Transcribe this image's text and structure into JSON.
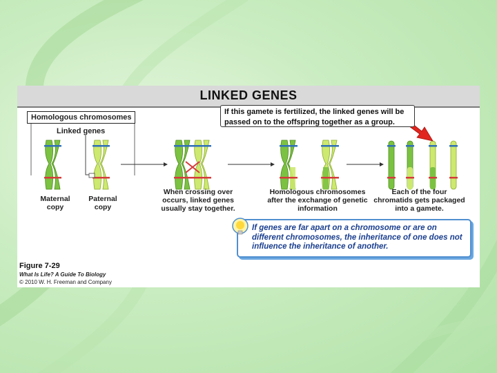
{
  "title": "LINKED GENES",
  "homologous_label": "Homologous chromosomes",
  "linked_genes_label": "Linked genes",
  "callout_top": "If this gamete is fertilized, the linked genes will be passed on to the offspring together as a group.",
  "captions": {
    "maternal": "Maternal copy",
    "paternal": "Paternal copy",
    "crossing": "When crossing over occurs, linked genes usually stay together.",
    "exchange": "Homologous chromosomes after the exchange of genetic information",
    "gamete": "Each of the four chromatids gets packaged into a gamete."
  },
  "info_box": "If genes are far apart on a chromosome or are on different chromosomes, the inheritance of one does not influence the inheritance of another.",
  "figure_label": "Figure 7-29",
  "book_title": "What Is Life? A Guide To Biology",
  "copyright": "© 2010 W. H. Freeman and Company",
  "colors": {
    "chromatid_dark": "#7cc242",
    "chromatid_light": "#cde96f",
    "gene_red": "#d63a3a",
    "gene_blue": "#2f6fb8",
    "info_border": "#4f8fd0",
    "arrow_red": "#e0261f"
  },
  "icons": [
    "lightbulb-icon",
    "red-arrow-icon"
  ]
}
